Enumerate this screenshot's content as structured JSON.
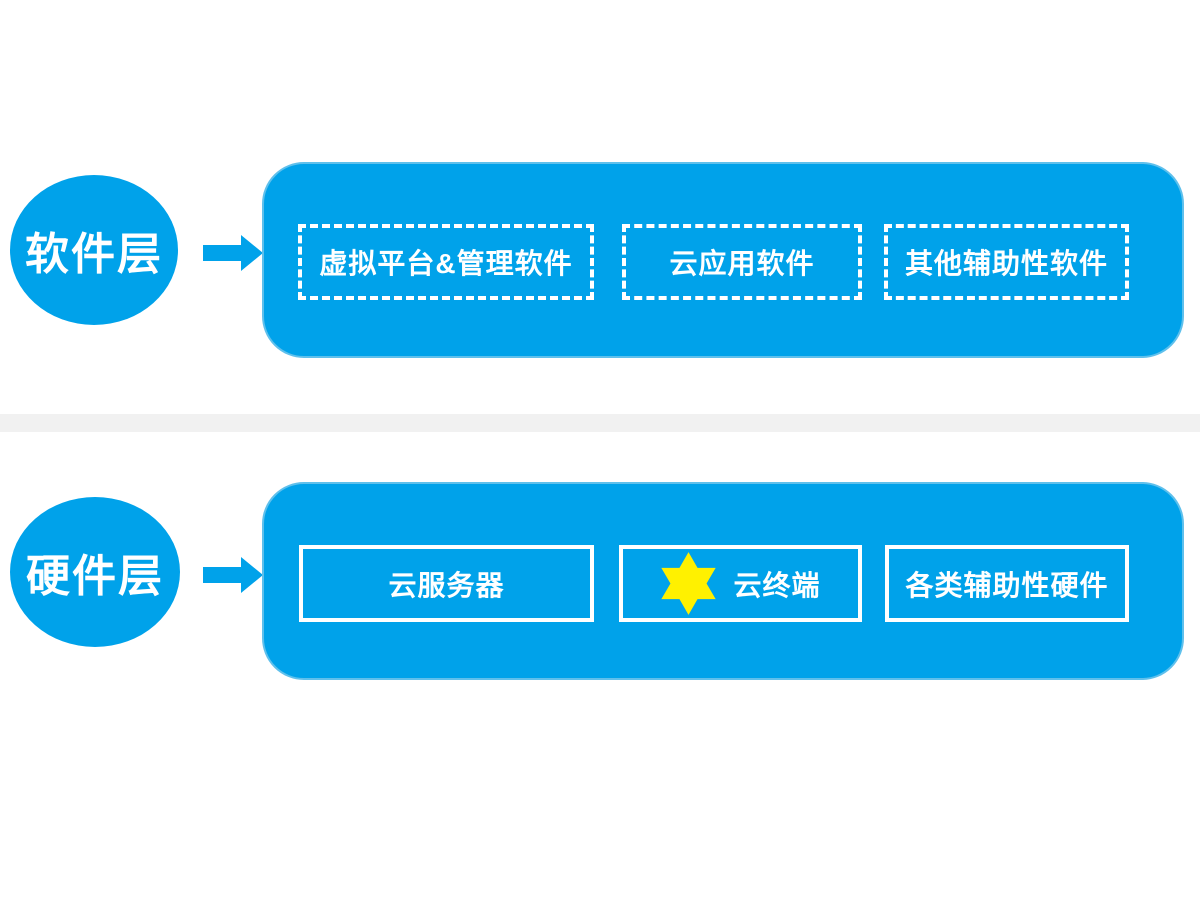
{
  "colors": {
    "primary_blue": "#00A2EA",
    "panel_border": "#5fc0ec",
    "star_yellow": "#FFF100",
    "divider_gray": "#F1F1F1",
    "text_white": "#FFFFFF"
  },
  "software_layer": {
    "label": "软件层",
    "arrow_icon": "right-arrow-icon",
    "items": [
      {
        "label": "虚拟平台&管理软件",
        "border_style": "dashed"
      },
      {
        "label": "云应用软件",
        "border_style": "dashed"
      },
      {
        "label": "其他辅助性软件",
        "border_style": "dashed"
      }
    ]
  },
  "hardware_layer": {
    "label": "硬件层",
    "arrow_icon": "right-arrow-icon",
    "items": [
      {
        "label": "云服务器",
        "border_style": "solid"
      },
      {
        "label": "云终端",
        "border_style": "solid",
        "icon": "six-pointed-star-icon"
      },
      {
        "label": "各类辅助性硬件",
        "border_style": "solid"
      }
    ]
  }
}
